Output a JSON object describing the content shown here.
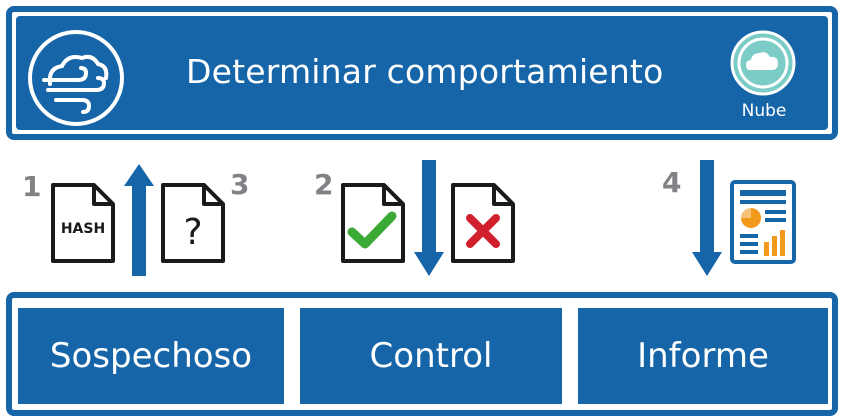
{
  "header": {
    "title": "Determinar comportamiento",
    "cloud_label": "Nube",
    "left_icon": "cloud-wind-icon",
    "right_icon": "cloud-icon"
  },
  "steps": [
    {
      "number": "1",
      "doc_label": "HASH",
      "direction": "up",
      "icon": "hash-document-icon"
    },
    {
      "number": "3",
      "doc_label": "?",
      "icon": "unknown-document-icon"
    },
    {
      "number": "2",
      "direction": "down",
      "icons": [
        "clean-document-icon",
        "malicious-document-icon"
      ]
    },
    {
      "number": "4",
      "direction": "down",
      "icon": "report-icon"
    }
  ],
  "boxes": {
    "suspicious": "Sospechoso",
    "control": "Control",
    "report": "Informe"
  },
  "colors": {
    "brand_blue": "#1565a8",
    "check_green": "#3aa935",
    "cross_red": "#d0202e",
    "report_orange": "#f39a1d",
    "number_gray": "#808285"
  }
}
